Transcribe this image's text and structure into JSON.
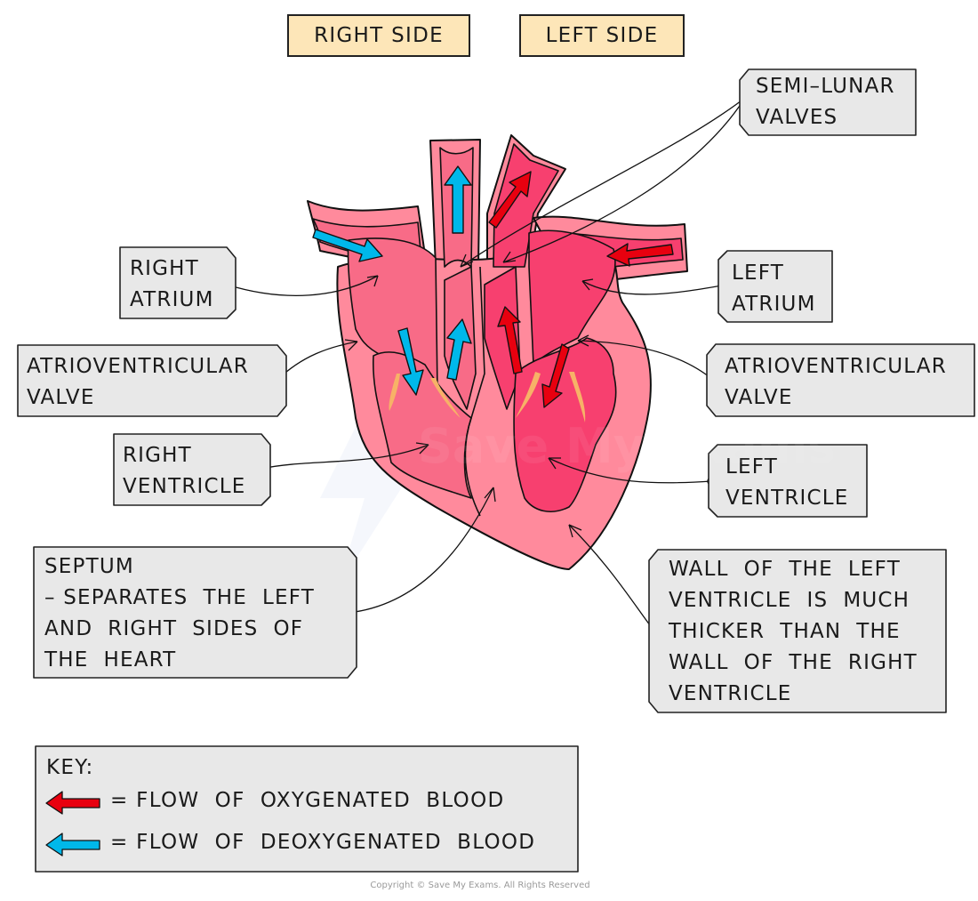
{
  "headers": {
    "right_side": "RIGHT  SIDE",
    "left_side": "LEFT  SIDE"
  },
  "labels": {
    "semi_lunar_valves": "SEMI–LUNAR\nVALVES",
    "right_atrium": "RIGHT\nATRIUM",
    "left_atrium": "LEFT\nATRIUM",
    "av_valve_right": "ATRIOVENTRICULAR\nVALVE",
    "av_valve_left": "ATRIOVENTRICULAR\nVALVE",
    "right_ventricle": "RIGHT\nVENTRICLE",
    "left_ventricle": "LEFT\nVENTRICLE",
    "septum": "SEPTUM\n– SEPARATES  THE  LEFT\nAND  RIGHT  SIDES  OF\nTHE  HEART",
    "left_wall": "WALL  OF  THE  LEFT\nVENTRICLE  IS  MUCH\nTHICKER  THAN  THE\nWALL  OF  THE  RIGHT\nVENTRICLE"
  },
  "key": {
    "title": "KEY:",
    "oxygenated": "= FLOW  OF  OXYGENATED  BLOOD",
    "deoxygenated": "= FLOW  OF  DEOXYGENATED  BLOOD"
  },
  "watermark": "Save My Exams",
  "copyright": "Copyright © Save My Exams. All Rights Reserved",
  "colors": {
    "oxygenated_arrow": "#e8000f",
    "deoxygenated_arrow": "#00b8ea",
    "heart_wall": "#ff8a9c",
    "right_chambers": "#f86b87",
    "left_chambers": "#f7406f",
    "valve_tissue": "#f7b267",
    "label_box": "#e8e8e8",
    "header_box": "#fde6b8"
  }
}
